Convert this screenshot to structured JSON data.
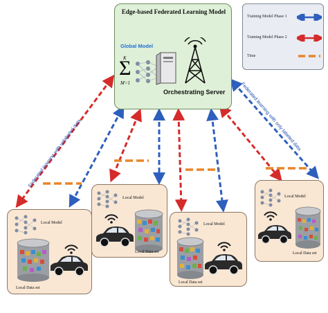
{
  "server": {
    "title": "Edge-based Federated Learning Model",
    "global_model_label": "Global Model",
    "sum_top": "K",
    "sum_bottom": "M=1",
    "orchestrating_label": "Orchestrating Server"
  },
  "legend": {
    "items": [
      {
        "label": "Training Model Phase 1",
        "color": "#2e5fbd"
      },
      {
        "label": "Training Model Phase 2",
        "color": "#d62b2b"
      },
      {
        "label": "Time",
        "color": "#e8852a"
      }
    ]
  },
  "clients": [
    {
      "model_label": "Local Model",
      "data_label": "Local Data set"
    },
    {
      "model_label": "Local Model",
      "data_label": "Local Data set"
    },
    {
      "model_label": "Local Model",
      "data_label": "Local Data set"
    },
    {
      "model_label": "Local Model",
      "data_label": "Local Data set"
    }
  ],
  "annotations": {
    "left_arrow_text": "Federated learning with unlabeled data",
    "right_arrow_text": "Federated learning with only labeled data"
  },
  "colors": {
    "phase1_blue": "#2e5fbd",
    "phase2_red": "#d62b2b",
    "time_orange": "#e8852a",
    "server_bg": "#dff0d8",
    "client_bg": "#f9e7d4"
  }
}
